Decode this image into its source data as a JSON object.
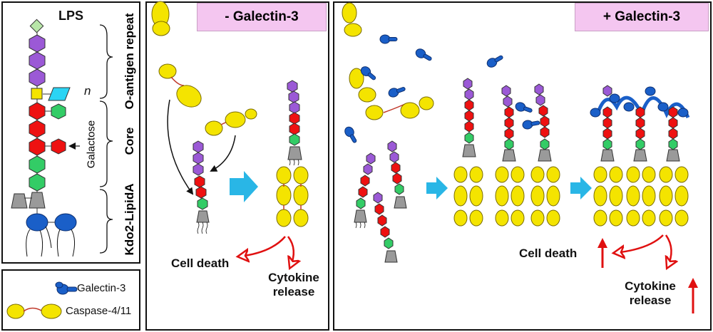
{
  "lps_panel": {
    "title": "LPS",
    "repeat_symbol": "n",
    "galactose_label": "Galactose",
    "regions": [
      "O-antigen repeat",
      "Core",
      "Kdo2-LipidA"
    ]
  },
  "legend": {
    "items": [
      {
        "label": "Galectin-3",
        "icon": "galectin-3-icon"
      },
      {
        "label": "Caspase-4/11",
        "icon": "caspase-icon"
      }
    ]
  },
  "minus_panel": {
    "tag": "- Galectin-3",
    "outcomes": [
      "Cell death",
      "Cytokine release"
    ]
  },
  "plus_panel": {
    "tag": "+ Galectin-3",
    "outcomes": [
      "Cell death",
      "Cytokine release"
    ]
  },
  "colors": {
    "purple": "#9b59d6",
    "red": "#ee1111",
    "green": "#33cc66",
    "yellow": "#f4e400",
    "blue": "#1a5fc8",
    "gray": "#9a9a9a",
    "pink": "#f4c6f0",
    "arrow_cyan": "#29b6e6"
  }
}
